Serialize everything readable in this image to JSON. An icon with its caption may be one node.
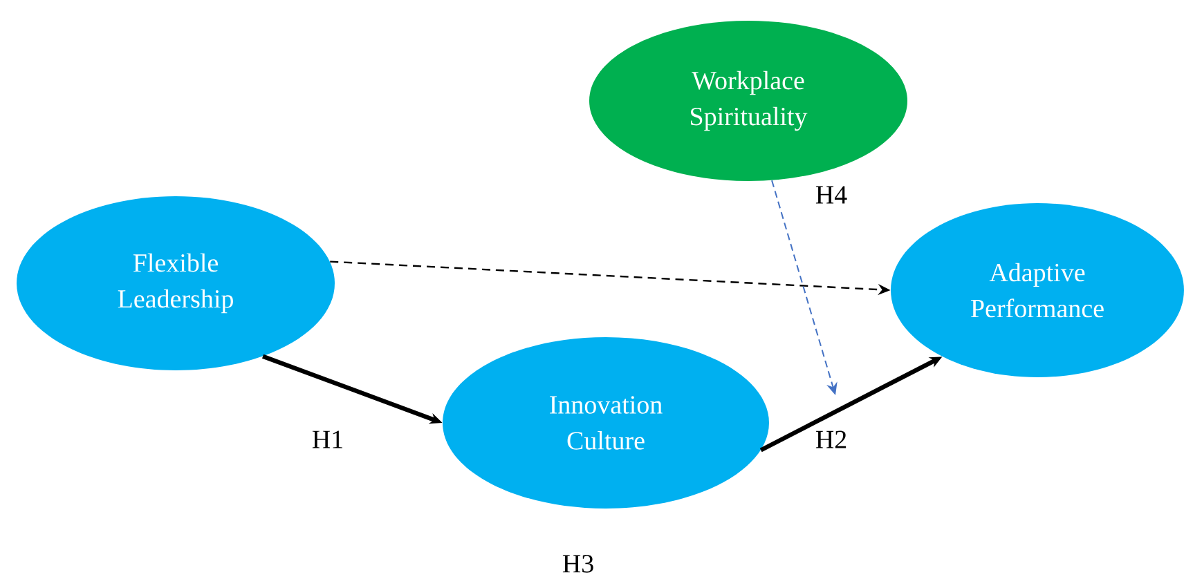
{
  "diagram": {
    "nodes": [
      {
        "text": [
          "Workplace Spirituality"
        ]
      },
      {
        "text": [
          "Flexible Leadership"
        ]
      },
      {
        "text": [
          "Innovation Culture"
        ]
      },
      {
        "text": [
          "Adaptive Performance"
        ]
      }
    ],
    "edges": [
      {
        "from": 1,
        "to": 3,
        "arrow": "to",
        "style": "dashed"
      },
      {
        "from": 1,
        "to": 2,
        "arrow": "to",
        "style": "thick"
      },
      {
        "from": 2,
        "to": 3,
        "arrow": "to",
        "style": "thick"
      },
      {
        "from": 0,
        "to": null,
        "arrow": "to",
        "style": "dashed",
        "color": "#4472c4"
      }
    ],
    "labels": [
      "H4",
      "H1",
      "H2",
      "H3"
    ]
  }
}
